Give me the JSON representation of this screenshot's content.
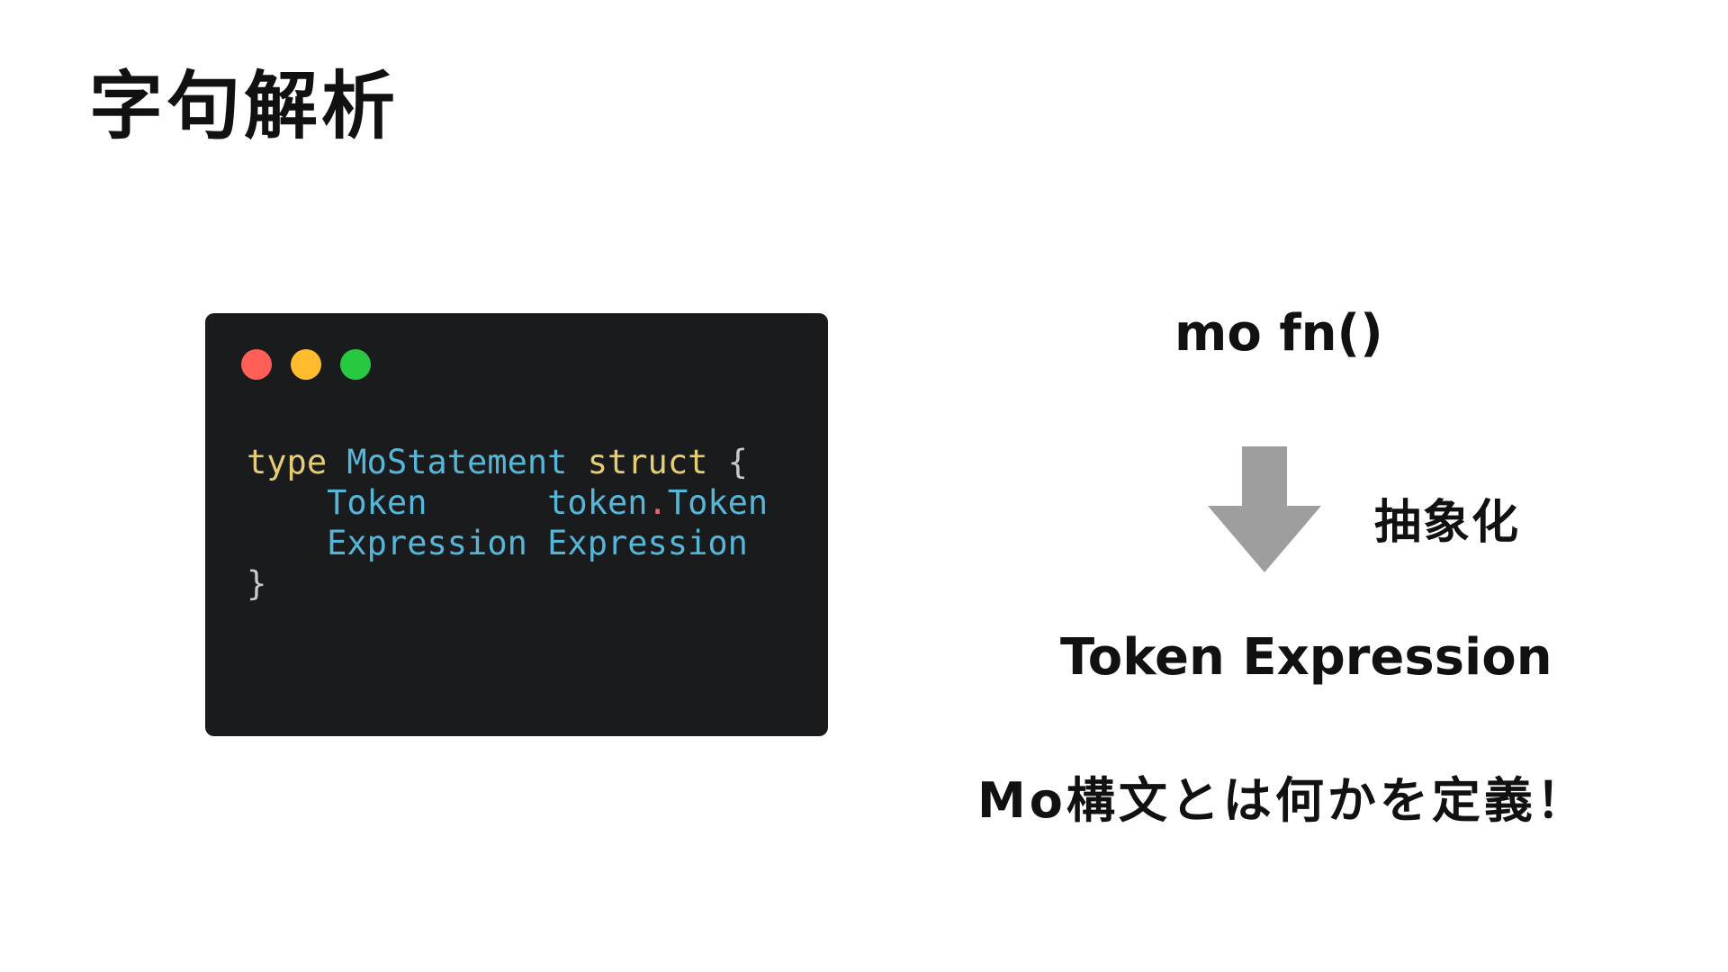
{
  "slide": {
    "title": "字句解析"
  },
  "code_window": {
    "window_controls": [
      {
        "name": "close",
        "color": "#ff5f57"
      },
      {
        "name": "minimize",
        "color": "#ffbd2e"
      },
      {
        "name": "maximize",
        "color": "#28c840"
      }
    ],
    "colors": {
      "keyword": "#e6cd73",
      "type": "#56b6d8",
      "punctuation": "#c9c9c9",
      "operator": "#e06c75"
    },
    "lines": [
      [
        {
          "text": "type",
          "role": "keyword"
        },
        {
          "text": " ",
          "role": "punctuation"
        },
        {
          "text": "MoStatement",
          "role": "type"
        },
        {
          "text": " ",
          "role": "punctuation"
        },
        {
          "text": "struct",
          "role": "keyword"
        },
        {
          "text": " {",
          "role": "punctuation"
        }
      ],
      [
        {
          "text": "    ",
          "role": "punctuation"
        },
        {
          "text": "Token",
          "role": "type"
        },
        {
          "text": "      ",
          "role": "punctuation"
        },
        {
          "text": "token",
          "role": "type"
        },
        {
          "text": ".",
          "role": "operator"
        },
        {
          "text": "Token",
          "role": "type"
        }
      ],
      [
        {
          "text": "    ",
          "role": "punctuation"
        },
        {
          "text": "Expression",
          "role": "type"
        },
        {
          "text": " ",
          "role": "punctuation"
        },
        {
          "text": "Expression",
          "role": "type"
        }
      ],
      [
        {
          "text": "}",
          "role": "punctuation"
        }
      ]
    ]
  },
  "diagram": {
    "input_code": "mo fn()",
    "arrow_color": "#9e9e9e",
    "arrow_label": "抽象化",
    "result": "Token Expression",
    "summary": "Mo構文とは何かを定義！"
  }
}
